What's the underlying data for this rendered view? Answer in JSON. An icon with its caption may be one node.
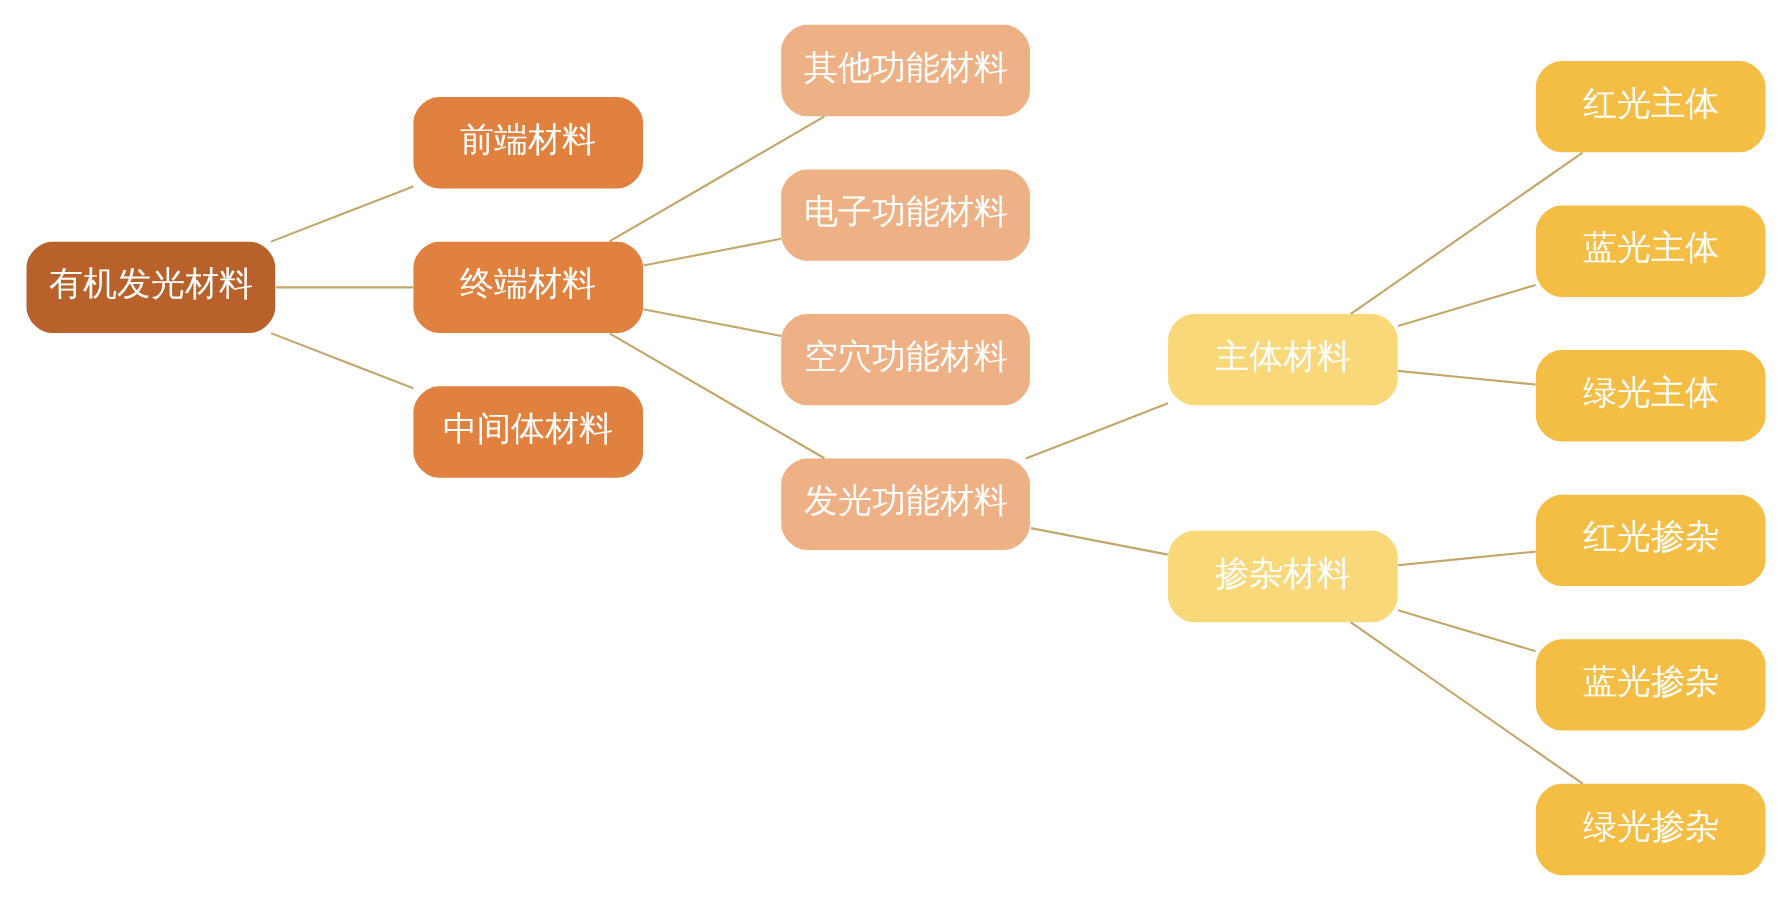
{
  "diagram": {
    "nodes": [
      {
        "text": [
          "有机发光材料"
        ]
      },
      {
        "text": [
          "前端材料"
        ]
      },
      {
        "text": [
          "终端材料"
        ]
      },
      {
        "text": [
          "中间体材料"
        ]
      },
      {
        "text": [
          "其他功能材料"
        ]
      },
      {
        "text": [
          "电子功能材料"
        ]
      },
      {
        "text": [
          "空穴功能材料"
        ]
      },
      {
        "text": [
          "发光功能材料"
        ]
      },
      {
        "text": [
          "主体材料"
        ]
      },
      {
        "text": [
          "掺杂材料"
        ]
      },
      {
        "text": [
          "红光主体"
        ]
      },
      {
        "text": [
          "蓝光主体"
        ]
      },
      {
        "text": [
          "绿光主体"
        ]
      },
      {
        "text": [
          "红光掺杂"
        ]
      },
      {
        "text": [
          "蓝光掺杂"
        ]
      },
      {
        "text": [
          "绿光掺杂"
        ]
      }
    ],
    "edges": [
      {
        "from": 0,
        "to": 1,
        "arrow": "none"
      },
      {
        "from": 0,
        "to": 2,
        "arrow": "none"
      },
      {
        "from": 0,
        "to": 3,
        "arrow": "none"
      },
      {
        "from": 2,
        "to": 4,
        "arrow": "none"
      },
      {
        "from": 2,
        "to": 5,
        "arrow": "none"
      },
      {
        "from": 2,
        "to": 6,
        "arrow": "none"
      },
      {
        "from": 2,
        "to": 7,
        "arrow": "none"
      },
      {
        "from": 7,
        "to": 8,
        "arrow": "none"
      },
      {
        "from": 7,
        "to": 9,
        "arrow": "none"
      },
      {
        "from": 8,
        "to": 10,
        "arrow": "none"
      },
      {
        "from": 8,
        "to": 11,
        "arrow": "none"
      },
      {
        "from": 8,
        "to": 12,
        "arrow": "none"
      },
      {
        "from": 9,
        "to": 13,
        "arrow": "none"
      },
      {
        "from": 9,
        "to": 14,
        "arrow": "none"
      },
      {
        "from": 9,
        "to": 15,
        "arrow": "none"
      }
    ]
  }
}
